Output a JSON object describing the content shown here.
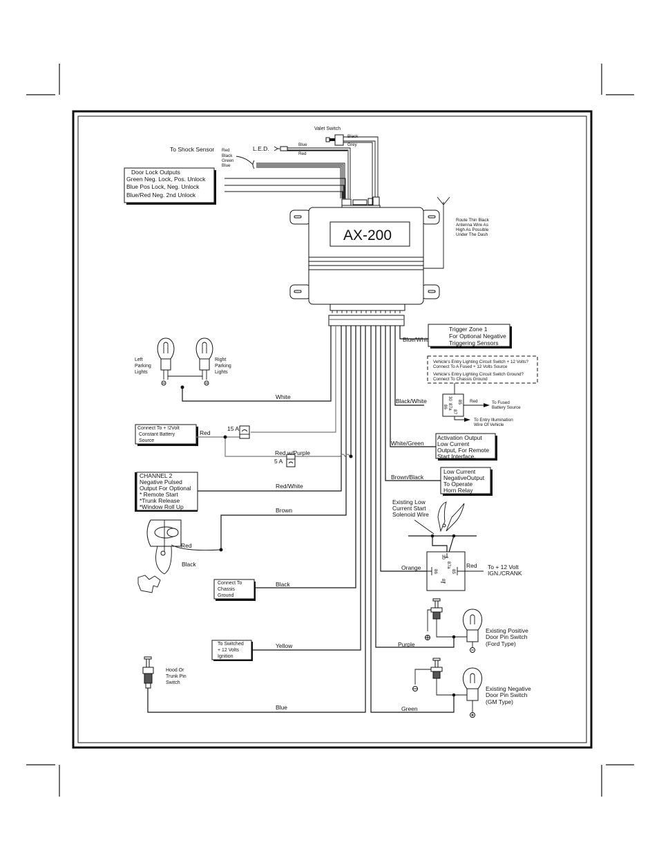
{
  "module": {
    "model": "AX-200"
  },
  "valet": {
    "label": "Valet Switch",
    "wire1": "Black",
    "wire2": "Grey"
  },
  "led": {
    "label": "L.E.D.",
    "wire1": "Blue",
    "wire2": "Red"
  },
  "shock": {
    "label": "To Shock Sensor",
    "wires": [
      "Red",
      "Black",
      "Green",
      "Blue"
    ]
  },
  "door_lock": {
    "lines": [
      "Door Lock Outputs",
      "Green Neg. Lock, Pos. Unlock",
      "Blue Pos Lock, Neg. Unlock",
      "Blue/Red Neg. 2nd Unlock"
    ]
  },
  "antenna": {
    "lines": [
      "Route Thin Black",
      "Antenna Wire As",
      "High As Possible",
      "Under The Dash"
    ]
  },
  "parking": {
    "left": [
      "Left",
      "Parking",
      "Lights"
    ],
    "right": [
      "Right",
      "Parking",
      "Lights"
    ]
  },
  "battery_box": {
    "lines": [
      "Connect To  + !2Volt",
      "Constant Battery",
      "Source"
    ]
  },
  "fuses": {
    "f15": "15 A",
    "f5": "5 A"
  },
  "channel2_box": {
    "lines": [
      "CHANNEL 2",
      "Negative Pulsed",
      "Output For Optional",
      "* Remote Start",
      "*Trunk Release",
      "*Window Roll Up"
    ]
  },
  "starter": {
    "red": "Red",
    "black": "Black"
  },
  "ground_box": {
    "lines": [
      "Connect To",
      "Chassis",
      "Ground"
    ]
  },
  "ignition_box": {
    "lines": [
      "To Switched",
      "+ 12 Volts",
      "Ignition"
    ]
  },
  "hood_switch": {
    "lines": [
      "Hood Or",
      "Trunk Pin",
      "Switch"
    ]
  },
  "wires": {
    "white": "White",
    "red": "Red",
    "red_purple": "Red w/Purple",
    "red_white": "Red/White",
    "brown": "Brown",
    "black": "Black",
    "yellow": "Yellow",
    "blue": "Blue",
    "blue_white": "Blue/White",
    "black_white": "Black/White",
    "white_green": "White/Green",
    "brown_black": "Brown/Black",
    "orange": "Orange",
    "purple": "Purple",
    "green": "Green",
    "relay_red": "Red",
    "relay2_red": "Red"
  },
  "trigger_box": {
    "lines": [
      "Trigger Zone 1",
      "For Optional Negative",
      "Triggering Sensors"
    ]
  },
  "entry_note": {
    "lines": [
      "Vehicle's Entry Lighting Circuit Switch + 12 Volts?",
      "Connect To A Fused + 12 Volts Source",
      "Vehicle's Entry Lighting Circuit Switch Ground?",
      "Connect To Chassis Ground"
    ]
  },
  "relay_pins": {
    "p30": "30",
    "p87a": "87a",
    "p87": "87",
    "p86": "86",
    "p85": "85"
  },
  "fused_battery": {
    "lines": [
      "To Fused",
      "Battery Source"
    ]
  },
  "entry_illum": {
    "lines": [
      "To Entry Illumination",
      "Wire Of Vehicle"
    ]
  },
  "activation_box": {
    "lines": [
      "Activation  Output",
      "Low Current",
      "Output,  For Remote",
      "Start Interface."
    ]
  },
  "horn_box": {
    "lines": [
      "Low Current",
      "NegativeOutput",
      " To Operate",
      "Horn Relay"
    ]
  },
  "solenoid": {
    "lines": [
      "Existing Low",
      "Current Start",
      "Solenoid Wire"
    ]
  },
  "ign_crank": {
    "lines": [
      "To + 12 Volt",
      "IGN./CRANK"
    ]
  },
  "ford_switch": {
    "lines": [
      "Existing Positive",
      "Door Pin Switch",
      "(Ford Type)"
    ]
  },
  "gm_switch": {
    "lines": [
      "Existing Negative",
      "Door Pin Switch",
      "(GM Type)"
    ]
  }
}
